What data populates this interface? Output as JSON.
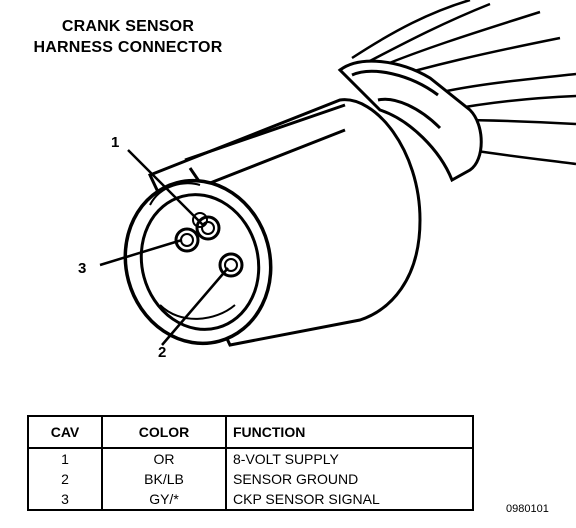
{
  "title": {
    "line1": "CRANK SENSOR",
    "line2": "HARNESS CONNECTOR"
  },
  "pin_labels": {
    "pin1": "1",
    "pin2": "2",
    "pin3": "3"
  },
  "table": {
    "headers": {
      "cav": "CAV",
      "color": "COLOR",
      "function": "FUNCTION"
    },
    "rows": [
      {
        "cav": "1",
        "color": "OR",
        "function": "8-VOLT SUPPLY"
      },
      {
        "cav": "2",
        "color": "BK/LB",
        "function": "SENSOR GROUND"
      },
      {
        "cav": "3",
        "color": "GY/*",
        "function": "CKP SENSOR SIGNAL"
      }
    ]
  },
  "figure_id": "0980101"
}
